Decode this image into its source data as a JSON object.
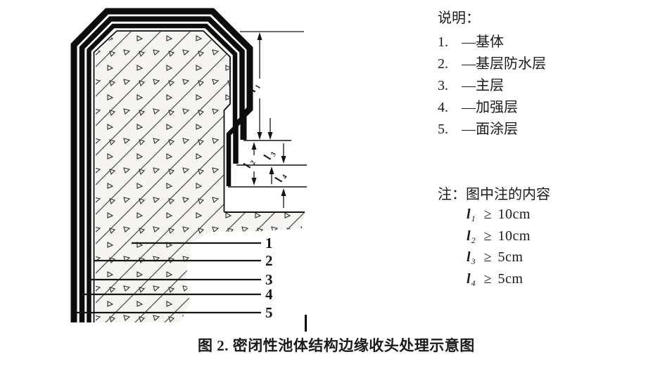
{
  "figure": {
    "caption": "图 2. 密闭性池体结构边缘收头处理示意图"
  },
  "legend": {
    "title": "说明：",
    "items": [
      {
        "num": "1.",
        "label": "—基体"
      },
      {
        "num": "2.",
        "label": "—基层防水层"
      },
      {
        "num": "3.",
        "label": "—主层"
      },
      {
        "num": "4.",
        "label": "—加强层"
      },
      {
        "num": "5.",
        "label": "—面涂层"
      }
    ]
  },
  "notes": {
    "title": "注：图中注的内容",
    "items": [
      {
        "base": "l",
        "sub": "1",
        "op": "≥",
        "value": "10cm"
      },
      {
        "base": "l",
        "sub": "2",
        "op": "≥",
        "value": "10cm"
      },
      {
        "base": "l",
        "sub": "3",
        "op": "≥",
        "value": "5cm"
      },
      {
        "base": "l",
        "sub": "4",
        "op": "≥",
        "value": "5cm"
      }
    ]
  },
  "diagram": {
    "leader_numbers": [
      "1",
      "2",
      "3",
      "4",
      "5"
    ],
    "dims": [
      {
        "base": "l",
        "sub": "1"
      },
      {
        "base": "l",
        "sub": "2"
      },
      {
        "base": "l",
        "sub": "3"
      },
      {
        "base": "l",
        "sub": "4"
      }
    ],
    "colors": {
      "ink": "#141414",
      "hatch_fill": "#f5f4f1",
      "layer_black": "#0d0d0d"
    }
  }
}
